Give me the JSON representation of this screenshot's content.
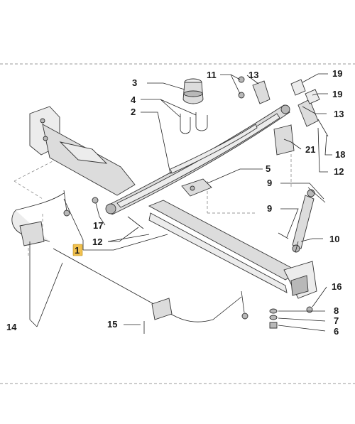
{
  "diagram": {
    "callouts": [
      {
        "key": "c1",
        "text": "1",
        "highlighted": true
      },
      {
        "key": "c2",
        "text": "2"
      },
      {
        "key": "c3",
        "text": "3"
      },
      {
        "key": "c4",
        "text": "4"
      },
      {
        "key": "c5",
        "text": "5"
      },
      {
        "key": "c6",
        "text": "6"
      },
      {
        "key": "c7",
        "text": "7"
      },
      {
        "key": "c8",
        "text": "8"
      },
      {
        "key": "c9a",
        "text": "9"
      },
      {
        "key": "c9b",
        "text": "9"
      },
      {
        "key": "c10",
        "text": "10"
      },
      {
        "key": "c11",
        "text": "11"
      },
      {
        "key": "c12a",
        "text": "12"
      },
      {
        "key": "c12b",
        "text": "12"
      },
      {
        "key": "c13a",
        "text": "13"
      },
      {
        "key": "c13b",
        "text": "13"
      },
      {
        "key": "c14",
        "text": "14"
      },
      {
        "key": "c15",
        "text": "15"
      },
      {
        "key": "c16",
        "text": "16"
      },
      {
        "key": "c17",
        "text": "17"
      },
      {
        "key": "c18",
        "text": "18"
      },
      {
        "key": "c19a",
        "text": "19"
      },
      {
        "key": "c19b",
        "text": "19"
      },
      {
        "key": "c21",
        "text": "21"
      }
    ],
    "colors": {
      "highlight": "#f2c14e",
      "line": "#222222",
      "part_fill": "#dcdcdc",
      "background": "#ffffff"
    }
  }
}
